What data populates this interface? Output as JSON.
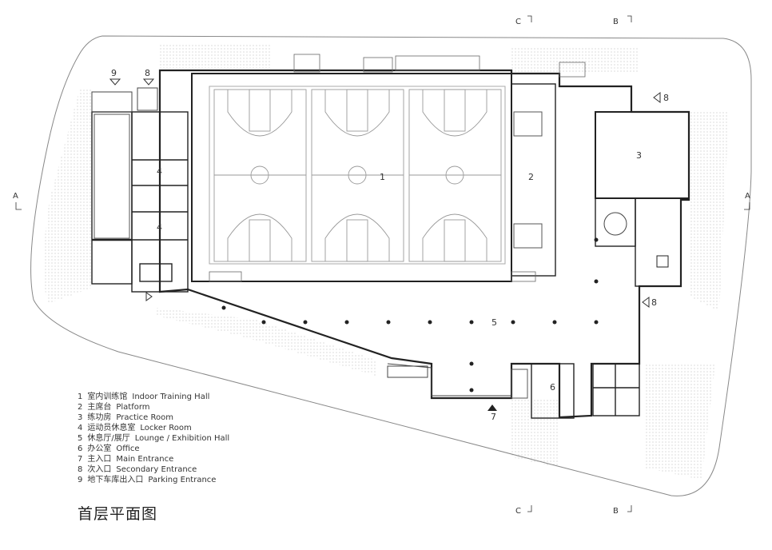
{
  "title": "首层平面图",
  "legend": [
    {
      "num": "1",
      "zh": "室内训练馆",
      "en": "Indoor Training Hall"
    },
    {
      "num": "2",
      "zh": "主席台",
      "en": "Platform"
    },
    {
      "num": "3",
      "zh": "练功房",
      "en": "Practice Room"
    },
    {
      "num": "4",
      "zh": "运动员休息室",
      "en": "Locker Room"
    },
    {
      "num": "5",
      "zh": "休息厅/展厅",
      "en": "Lounge / Exhibition Hall"
    },
    {
      "num": "6",
      "zh": "办公室",
      "en": "Office"
    },
    {
      "num": "7",
      "zh": "主入口",
      "en": "Main Entrance"
    },
    {
      "num": "8",
      "zh": "次入口",
      "en": "Secondary Entrance"
    },
    {
      "num": "9",
      "zh": "地下车库出入口",
      "en": "Parking Entrance"
    }
  ],
  "room_labels": {
    "r1": "1",
    "r2": "2",
    "r3": "3",
    "r4a": "4",
    "r4b": "4",
    "r5": "5",
    "r6": "6",
    "r7": "7",
    "r8a": "8",
    "r8b": "8",
    "r8c": "8",
    "r9": "9"
  },
  "section_marks": {
    "a_left": "A",
    "a_right": "A",
    "b_top": "B",
    "b_bottom": "B",
    "c_top": "C",
    "c_bottom": "C"
  }
}
